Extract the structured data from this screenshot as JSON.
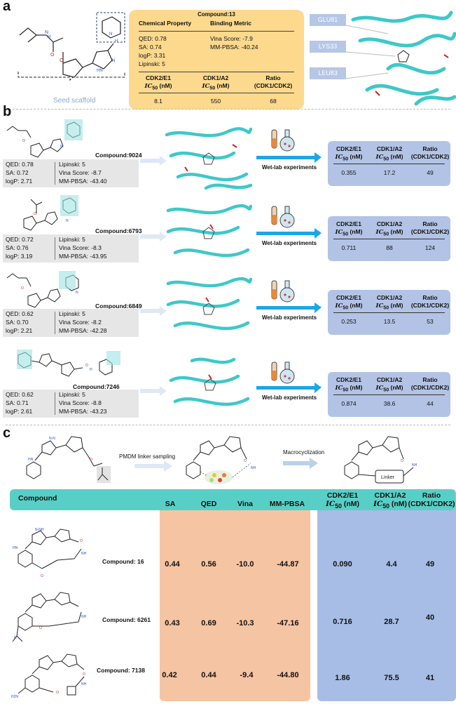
{
  "panels": {
    "a": "a",
    "b": "b",
    "c": "c"
  },
  "panel_a": {
    "compound_title": "Compound:13",
    "seed_label": "Seed scaffold",
    "chem_prop_header": "Chemical Property",
    "binding_header": "Binding Metric",
    "props": [
      "QED: 0.78",
      "SA: 0.74",
      "logP: 3.31",
      "Lipinski: 5"
    ],
    "binding": [
      "Vina Score:  -7.9",
      "MM-PBSA: -40.24"
    ],
    "col1": "CDK2/E1",
    "col2": "CDK1/A2",
    "col3a": "Ratio",
    "col3b": "(CDK1/CDK2)",
    "ic50": "IC",
    "ic50_sub": "50",
    "unit": " (nM)",
    "values": [
      "8.1",
      "550",
      "68"
    ],
    "residues": [
      "GLU81",
      "LYS33",
      "LEU83"
    ]
  },
  "panel_b": {
    "wetlab": "Wet-lab experiments",
    "col1": "CDK2/E1",
    "col2": "CDK1/A2",
    "col3a": "Ratio",
    "col3b": "(CDK1/CDK2)",
    "ic50": "IC",
    "ic50_sub": "50",
    "unit": " (nM)",
    "rows": [
      {
        "name": "Compound:9024",
        "left": [
          "QED: 0.78",
          "SA: 0.72",
          "logP: 2.71"
        ],
        "right": [
          "Lipinski: 5",
          "Vina Score:  -8.7",
          "MM-PBSA: -43.40"
        ],
        "values": [
          "0.355",
          "17.2",
          "49"
        ]
      },
      {
        "name": "Compound:6793",
        "left": [
          "QED: 0.72",
          "SA: 0.76",
          "logP: 3.19"
        ],
        "right": [
          "Lipinski: 5",
          "Vina Score:  -8.3",
          "MM-PBSA: -43.95"
        ],
        "values": [
          "0.711",
          "88",
          "124"
        ]
      },
      {
        "name": "Compound:6849",
        "left": [
          "QED: 0.62",
          "SA: 0.70",
          "logP: 2.21"
        ],
        "right": [
          "Lipinski: 5",
          "Vina Score:  -8.2",
          "MM-PBSA: -42.28"
        ],
        "values": [
          "0.253",
          "13.5",
          "53"
        ]
      },
      {
        "name": "Compound:7246",
        "left": [
          "QED: 0.62",
          "SA: 0.71",
          "logP: 2.61"
        ],
        "right": [
          "Lipinski: 5",
          "Vina Score:  -8.8",
          "MM-PBSA: -43.23"
        ],
        "values": [
          "0.874",
          "38.6",
          "44"
        ]
      }
    ]
  },
  "panel_c": {
    "step1": "PMDM linker sampling",
    "step2": "Macrocyclization",
    "linker": "Linker",
    "headers": {
      "compound": "Compound",
      "sa": "SA",
      "qed": "QED",
      "vina": "Vina",
      "mmpbsa": "MM-PBSA",
      "cdk2": "CDK2/E1",
      "cdk1": "CDK1/A2",
      "ratio_a": "Ratio",
      "ratio_b": "(CDK1/CDK2)",
      "ic50": "IC",
      "ic50_sub": "50",
      "unit": " (nM)"
    },
    "rows": [
      {
        "name": "Compound: 16",
        "sa": "0.44",
        "qed": "0.56",
        "vina": "-10.0",
        "mmpbsa": "-44.87",
        "cdk2": "0.090",
        "cdk1": "4.4",
        "ratio": "49"
      },
      {
        "name": "Compound: 6261",
        "sa": "0.43",
        "qed": "0.69",
        "vina": "-10.3",
        "mmpbsa": "-47.16",
        "cdk2": "0.716",
        "cdk1": "28.7",
        "ratio": "40"
      },
      {
        "name": "Compound: 7138",
        "sa": "0.42",
        "qed": "0.44",
        "vina": "-9.4",
        "mmpbsa": "-44.80",
        "cdk2": "1.86",
        "cdk1": "75.5",
        "ratio": "41"
      }
    ]
  },
  "colors": {
    "protein": "#3ec8c8",
    "yellow_card": "#fcd98d",
    "blue_card": "#b3c3e6",
    "teal_header": "#58cfc6",
    "orange_col": "#f5c4a3",
    "arrow": "#1aa7e7"
  }
}
